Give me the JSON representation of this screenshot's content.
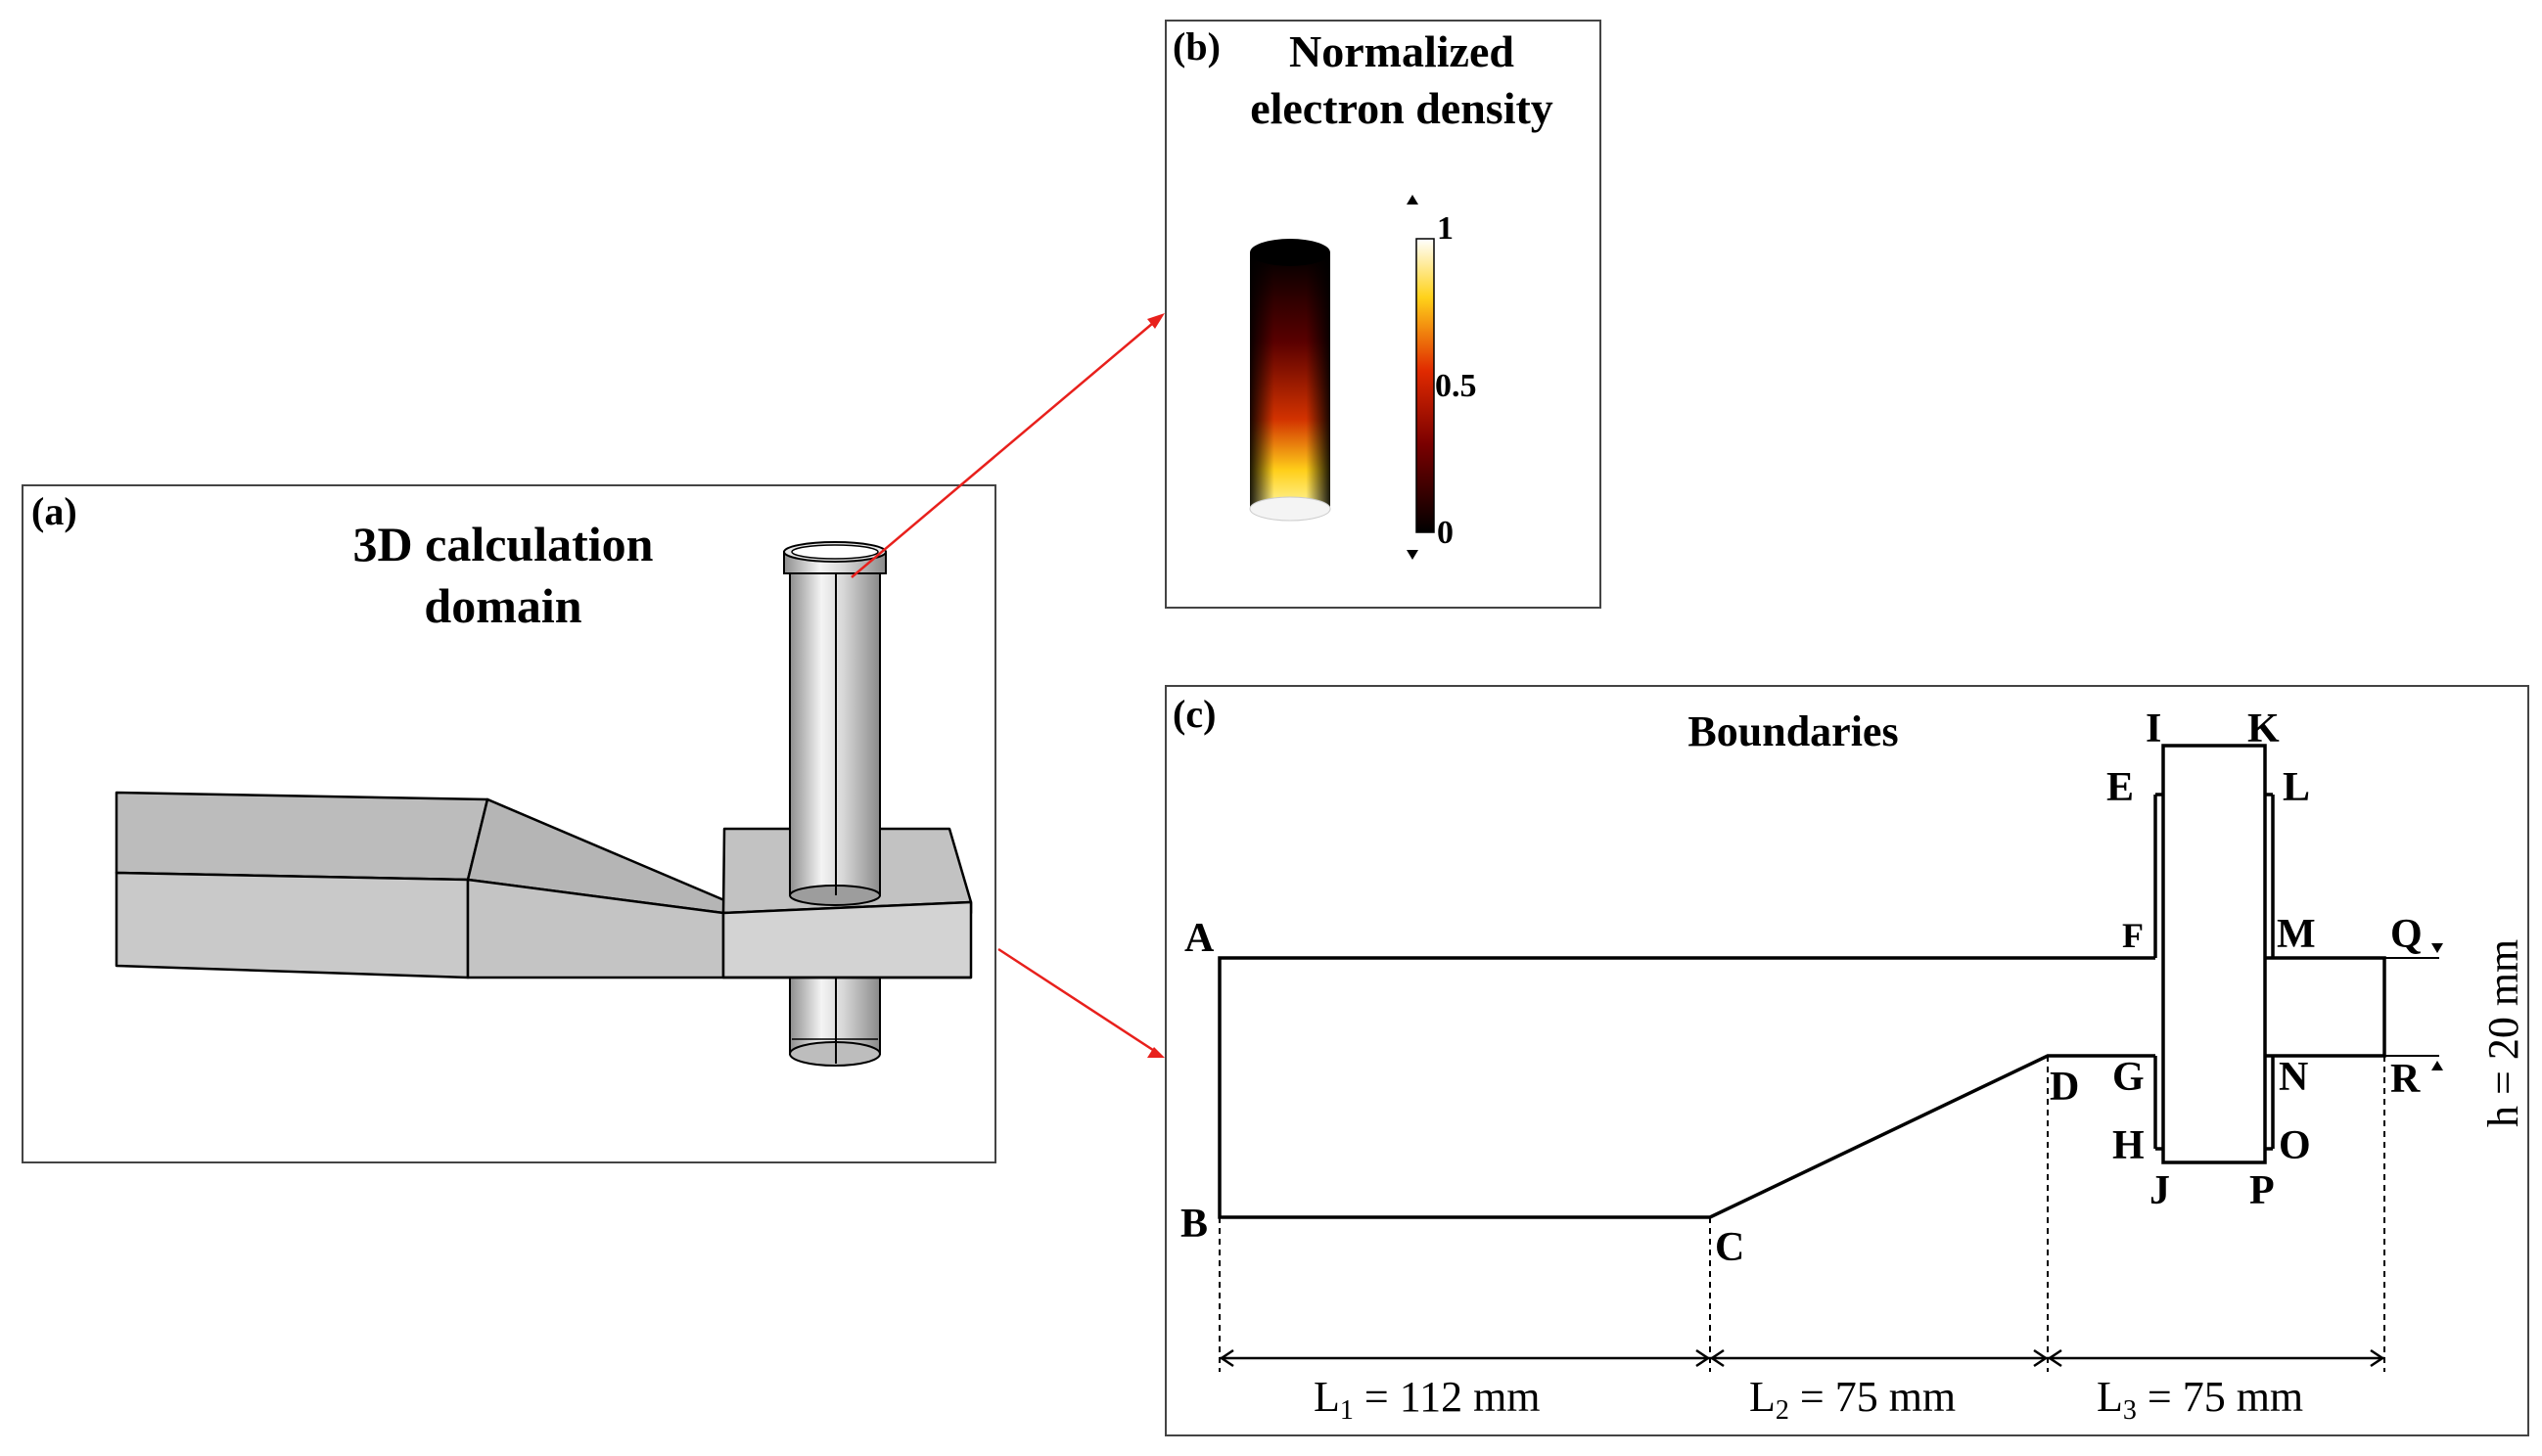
{
  "panel_a": {
    "tag": "(a)",
    "title_line1": "3D calculation",
    "title_line2": "domain"
  },
  "panel_b": {
    "tag": "(b)",
    "title_line1": "Normalized",
    "title_line2": "electron density",
    "colorbar": {
      "max_label": "1",
      "mid_label": "0.5",
      "min_label": "0"
    }
  },
  "panel_c": {
    "tag": "(c)",
    "title": "Boundaries",
    "points": {
      "A": "A",
      "B": "B",
      "C": "C",
      "D": "D",
      "E": "E",
      "F": "F",
      "G": "G",
      "H": "H",
      "I": "I",
      "J": "J",
      "K": "K",
      "L": "L",
      "M": "M",
      "N": "N",
      "O": "O",
      "P": "P",
      "Q": "Q",
      "R": "R"
    },
    "dimensions": {
      "L1_sym": "L",
      "L1_sub": "1",
      "L1_val": " = 112 mm",
      "L2_sym": "L",
      "L2_sub": "2",
      "L2_val": " = 75 mm",
      "L3_sym": "L",
      "L3_sub": "3",
      "L3_val": " = 75 mm",
      "h": "h = 20 mm"
    }
  },
  "colors": {
    "arrow": "#e8201c",
    "frame": "#444444",
    "solid": "#c8c8c8",
    "line": "#000000"
  }
}
